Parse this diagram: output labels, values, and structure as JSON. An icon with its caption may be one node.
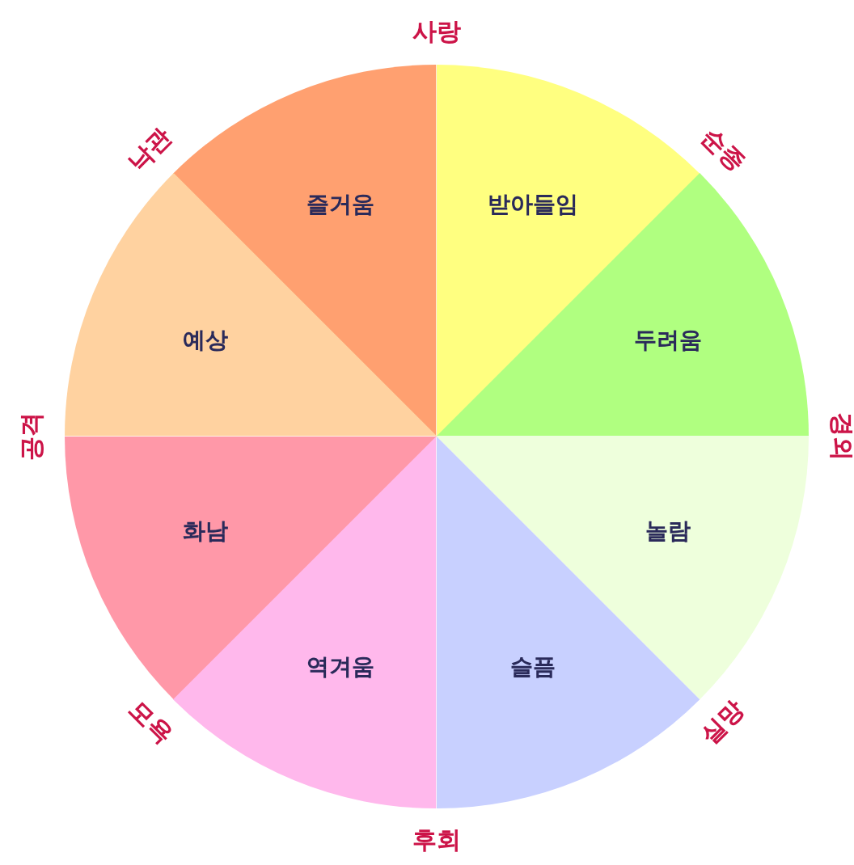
{
  "diagram": {
    "nodes": [
      {
        "text": [
          "즐거움"
        ]
      },
      {
        "text": [
          "받아들임"
        ]
      },
      {
        "text": [
          "예상"
        ]
      },
      {
        "text": [
          "두려움"
        ]
      },
      {
        "text": [
          "화남"
        ]
      },
      {
        "text": [
          "놀람"
        ]
      },
      {
        "text": [
          "역겨움"
        ]
      },
      {
        "text": [
          "슬픔"
        ]
      }
    ],
    "labels": [
      "사랑",
      "낙관",
      "순종",
      "공격",
      "경외",
      "모욕",
      "실망",
      "후회"
    ]
  }
}
